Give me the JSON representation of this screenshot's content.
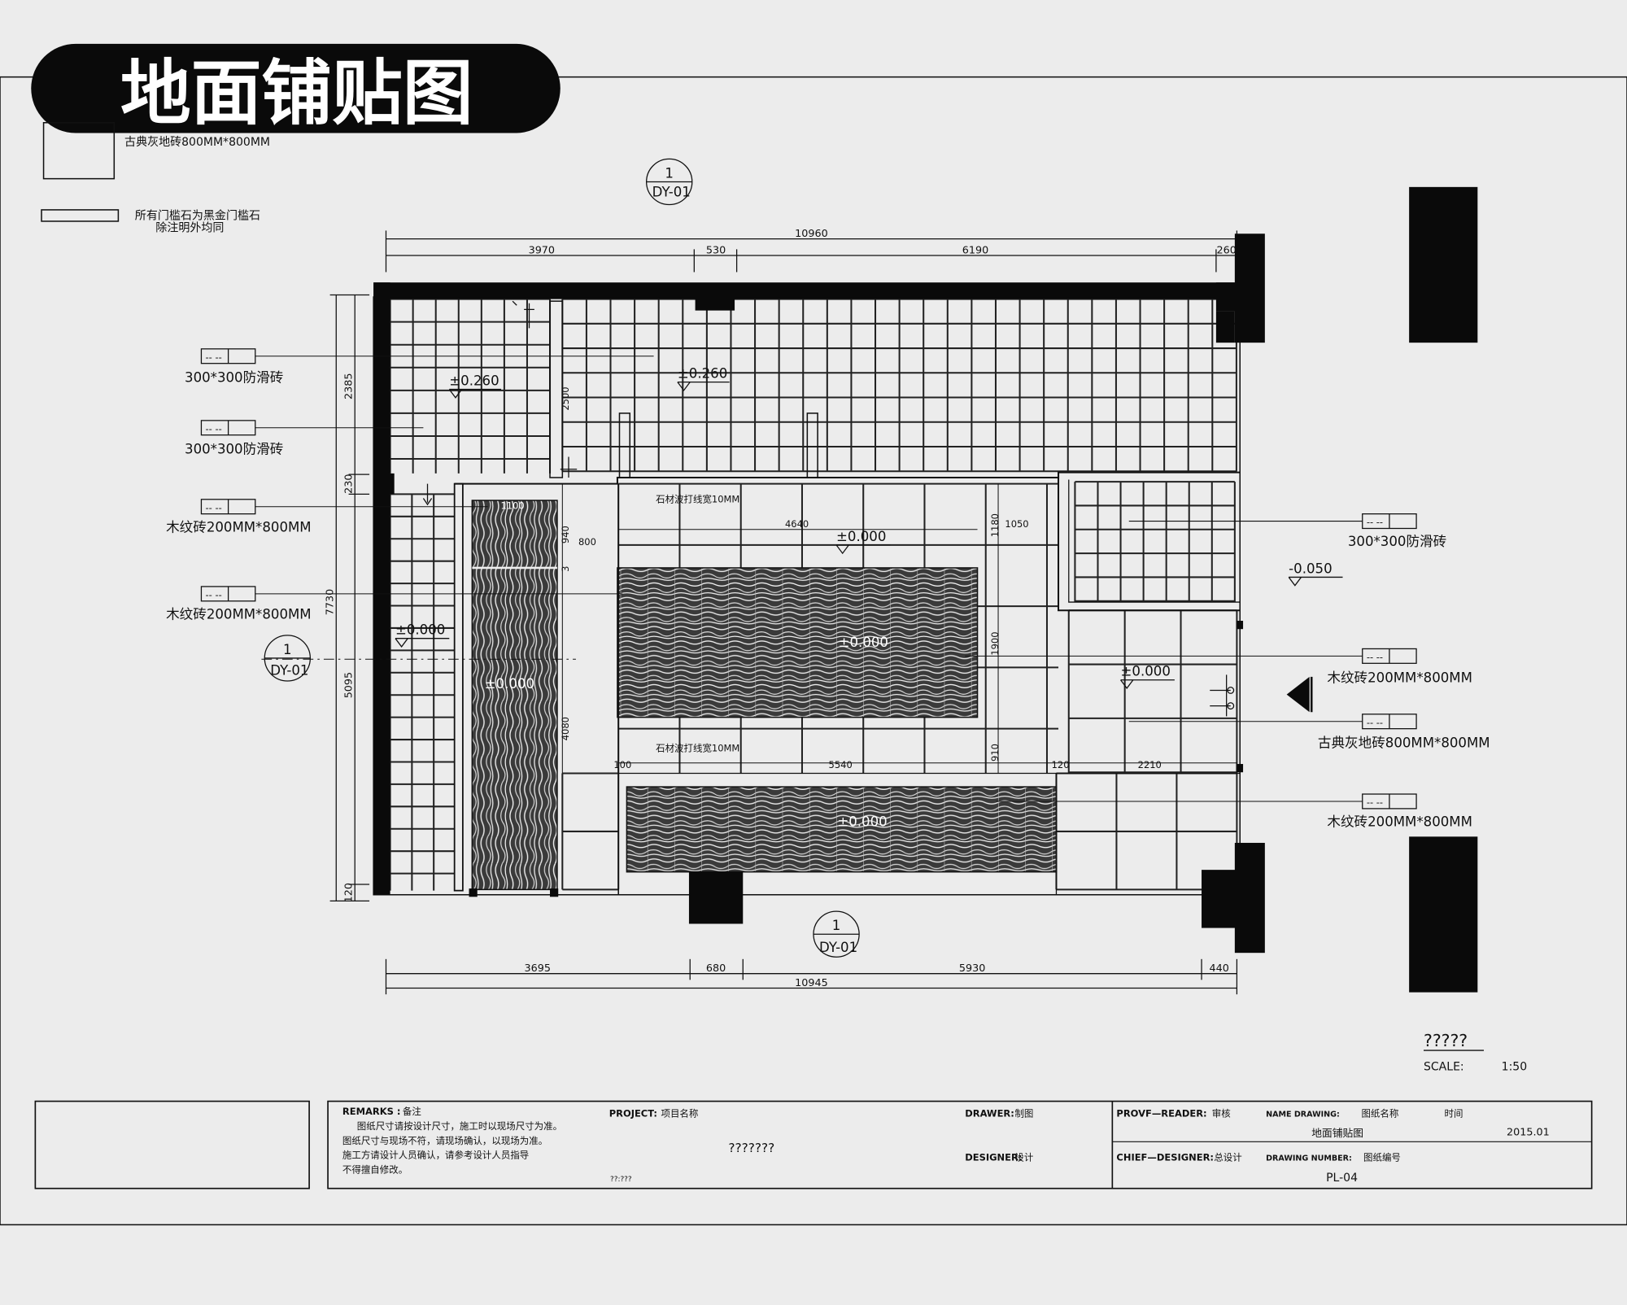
{
  "title": "地面铺贴图",
  "legend": {
    "tile_note": "古典灰地砖800MM*800MM",
    "door_note_line1": "所有门槛石为黑金门槛石",
    "door_note_line2": "除注明外均同"
  },
  "section_marks": [
    {
      "num": "1",
      "ref": "DY-01"
    },
    {
      "num": "1",
      "ref": "DY-01"
    },
    {
      "num": "1",
      "ref": "DY-01"
    }
  ],
  "dims_top": {
    "total": "10960",
    "segments": [
      "3970",
      "530",
      "6190",
      "260"
    ]
  },
  "dims_bottom": {
    "total": "10945",
    "segments": [
      "3695",
      "680",
      "5930",
      "440"
    ]
  },
  "dims_left": {
    "total": "7730",
    "segments": [
      "2385",
      "230",
      "5095",
      "120"
    ]
  },
  "dims_inner": [
    "2500",
    "940",
    "3",
    "4080",
    "1180",
    "1050",
    "1900",
    "910",
    "800",
    "4640",
    "100",
    "5540",
    "120",
    "2210",
    "1100"
  ],
  "tags_left": [
    {
      "code": "-- --",
      "text": "300*300防滑砖"
    },
    {
      "code": "-- --",
      "text": "300*300防滑砖"
    },
    {
      "code": "-- --",
      "text": "木纹砖200MM*800MM"
    },
    {
      "code": "-- --",
      "text": "木纹砖200MM*800MM"
    }
  ],
  "tags_right": [
    {
      "code": "-- --",
      "text": "300*300防滑砖"
    },
    {
      "code": "-- --",
      "text": "木纹砖200MM*800MM"
    },
    {
      "code": "-- --",
      "text": "古典灰地砖800MM*800MM"
    },
    {
      "code": "-- --",
      "text": "木纹砖200MM*800MM"
    }
  ],
  "levels": [
    "±0.260",
    "±0.260",
    "±0.000",
    "±0.000",
    "±0.000",
    "±0.000",
    "±0.000",
    "±0.000",
    "-0.050"
  ],
  "inner_notes": [
    "石材波打线宽10MM",
    "石材波打线宽10MM"
  ],
  "scale": {
    "name": "?????",
    "label": "SCALE:",
    "value": "1:50"
  },
  "title_block": {
    "remarks_label": "REMARKS :",
    "remarks_value": "备注",
    "remarks_body": [
      "图纸尺寸请按设计尺寸，施工时以现场尺寸为准。",
      "图纸尺寸与现场不符，请现场确认，以现场为准。",
      "施工方请设计人员确认，请参考设计人员指导",
      "不得擅自修改。"
    ],
    "project_label": "PROJECT:",
    "project_value": "项目名称",
    "project_name": "???????",
    "project_foot": "??:???",
    "drawer_label": "DRAWER:",
    "drawer_value": "制图",
    "designer_label": "DESIGNER:",
    "designer_value": "设计",
    "reader_label": "PROVF—READER:",
    "reader_value": "审核",
    "name_drawing_label": "NAME DRAWING:",
    "name_drawing_value": "图纸名称",
    "name_drawing_text": "地面铺贴图",
    "date_label": "时间",
    "date_value": "2015.01",
    "chief_label": "CHIEF—DESIGNER:",
    "chief_value": "总设计",
    "number_label": "DRAWING NUMBER:",
    "number_value": "图纸编号",
    "number_text": "PL-04"
  },
  "colors": {
    "ink": "#111111",
    "paper": "#ececec",
    "banner": "#0a0a0a",
    "banner_text": "#ffffff"
  }
}
